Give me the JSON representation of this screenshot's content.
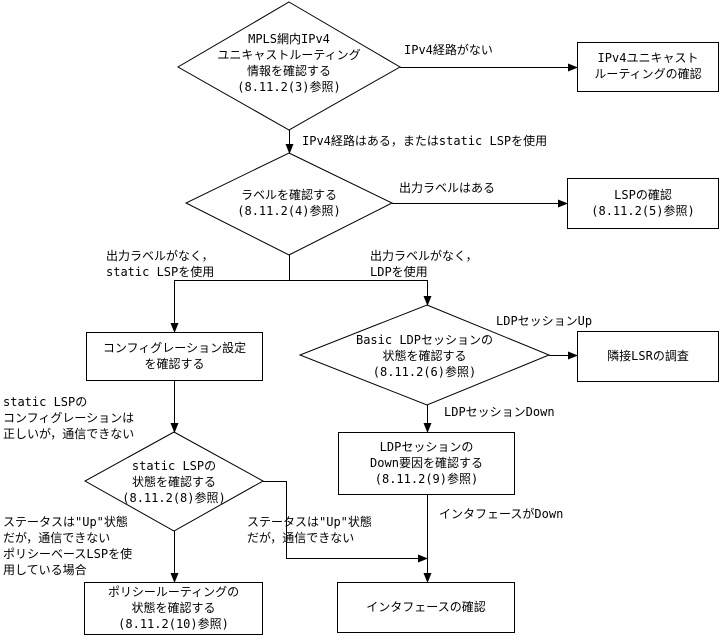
{
  "diagram": {
    "nodes": {
      "d1": {
        "kind": "decision",
        "lines": [
          "MPLS網内IPv4",
          "ユニキャストルーティング",
          "情報を確認する",
          "(8.11.2(3)参照)"
        ]
      },
      "b1": {
        "kind": "process",
        "lines": [
          "IPv4ユニキャスト",
          "ルーティングの確認"
        ]
      },
      "d2": {
        "kind": "decision",
        "lines": [
          "ラベルを確認する",
          "(8.11.2(4)参照)"
        ]
      },
      "b2": {
        "kind": "process",
        "lines": [
          "LSPの確認",
          "(8.11.2(5)参照)"
        ]
      },
      "b3": {
        "kind": "process",
        "lines": [
          "コンフィグレーション設定",
          "を確認する"
        ]
      },
      "d3": {
        "kind": "decision",
        "lines": [
          "Basic LDPセッションの",
          "状態を確認する",
          "(8.11.2(6)参照)"
        ]
      },
      "b4": {
        "kind": "process",
        "lines": [
          "隣接LSRの調査"
        ]
      },
      "b5": {
        "kind": "process",
        "lines": [
          "LDPセッションの",
          "Down要因を確認する",
          "(8.11.2(9)参照)"
        ]
      },
      "d4": {
        "kind": "decision",
        "lines": [
          "static LSPの",
          "状態を確認する",
          "(8.11.2(8)参照)"
        ]
      },
      "b6": {
        "kind": "process",
        "lines": [
          "ポリシールーティングの",
          "状態を確認する",
          "(8.11.2(10)参照)"
        ]
      },
      "b7": {
        "kind": "process",
        "lines": [
          "インタフェースの確認"
        ]
      }
    },
    "edge_labels": {
      "d1_b1": [
        "IPv4経路がない"
      ],
      "d1_d2": [
        "IPv4経路はある，またはstatic LSPを使用"
      ],
      "d2_b2": [
        "出力ラベルはある"
      ],
      "d2_b3": [
        "出力ラベルがなく，",
        "static LSPを使用"
      ],
      "d2_d3": [
        "出力ラベルがなく，",
        "LDPを使用"
      ],
      "d3_b4": [
        "LDPセッションUp"
      ],
      "d3_b5": [
        "LDPセッションDown"
      ],
      "b3_d4": [
        "static LSPの",
        "コンフィグレーションは",
        "正しいが，通信できない"
      ],
      "d4_b6": [
        "ステータスは\"Up\"状態",
        "だが，通信できない",
        "ポリシーベースLSPを使",
        "用している場合"
      ],
      "d4_b7": [
        "ステータスは\"Up\"状態",
        "だが，通信できない"
      ],
      "b5_b7": [
        "インタフェースがDown"
      ]
    }
  }
}
